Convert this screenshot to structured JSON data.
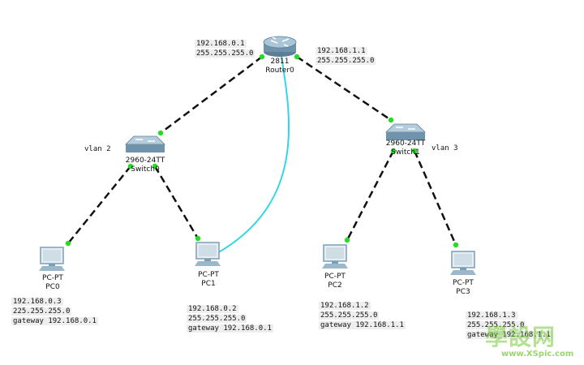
{
  "router": {
    "model": "2811",
    "name": "Router0",
    "if0": {
      "ip": "192.168.0.1",
      "mask": "255.255.255.0"
    },
    "if1": {
      "ip": "192.168.1.1",
      "mask": "255.255.255.0"
    }
  },
  "switch0": {
    "model": "2960-24TT",
    "name": "Switch0",
    "vlan": "vlan 2"
  },
  "switch1": {
    "model": "2960-24TT",
    "name": "Switch1",
    "vlan": "vlan 3"
  },
  "pcs": [
    {
      "type": "PC-PT",
      "name": "PC0",
      "ip": "192.168.0.3",
      "mask": "225.255.255.0",
      "gateway": "gateway 192.168.0.1"
    },
    {
      "type": "PC-PT",
      "name": "PC1",
      "ip": "192.168.0.2",
      "mask": "255.255.255.0",
      "gateway": "gateway 192.168.0.1"
    },
    {
      "type": "PC-PT",
      "name": "PC2",
      "ip": "192.168.1.2",
      "mask": "255.255.255.0",
      "gateway": "gateway 192.168.1.1"
    },
    {
      "type": "PC-PT",
      "name": "PC3",
      "ip": "192.168.1.3",
      "mask": "255.255.255.0",
      "gateway": "gateway 192.168.1.1"
    }
  ],
  "watermark": {
    "main": "學設网",
    "url": "www.XSpic.com"
  },
  "colors": {
    "link": "#111111",
    "console": "#33d6e6",
    "port": "#22dd22",
    "device": "#7a9fb5"
  }
}
